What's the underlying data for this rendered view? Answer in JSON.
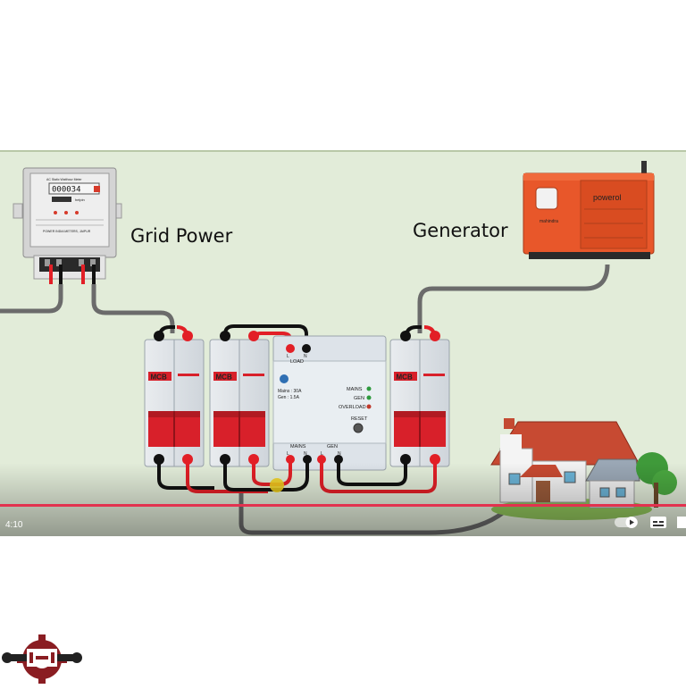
{
  "diagram": {
    "grid_label": "Grid Power",
    "generator_label": "Generator",
    "mcb_label": "MCB",
    "ats": {
      "load_label": "LOAD",
      "spec_line1": "Mains : 30A",
      "spec_line2": "Gen : 1.5A",
      "led_mains": "MAINS",
      "led_gen": "GEN",
      "led_overload": "OVERLOAD",
      "reset_label": "RESET",
      "bottom_mains": "MAINS",
      "bottom_gen": "GEN",
      "term_l": "L",
      "term_n": "N"
    },
    "meter": {
      "title": "AC Static Watthour Meter",
      "reading": "000034",
      "maker": "POWER INDIA METERS, JAIPUR"
    },
    "generator": {
      "brand": "powerol",
      "maker": "mahindra"
    }
  },
  "player": {
    "time": "4:10",
    "progress": 1.0
  },
  "colors": {
    "background": "#e2ecd9",
    "live_wire": "#e21f26",
    "neutral_wire": "#111111",
    "feed_cable": "#6b6b6b",
    "mcb_handle": "#d8202a",
    "generator_body": "#e8572a",
    "progress_bar": "#e2324f"
  }
}
